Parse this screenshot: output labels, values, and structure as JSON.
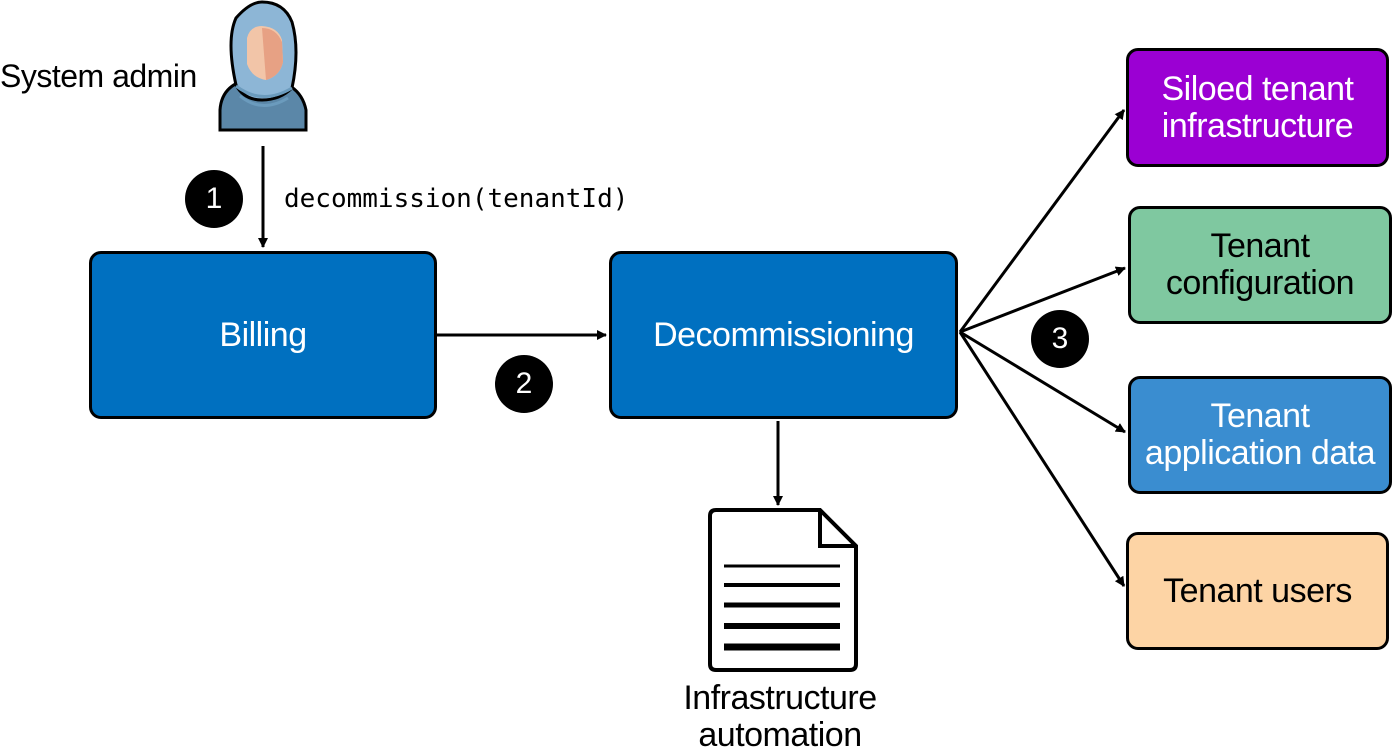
{
  "actor": {
    "label": "System admin"
  },
  "call": {
    "label": "decommission(tenantId)"
  },
  "steps": {
    "one": "1",
    "two": "2",
    "three": "3"
  },
  "services": {
    "billing": "Billing",
    "decommissioning": "Decommissioning"
  },
  "targets": {
    "siloed": [
      "Siloed tenant",
      "infrastructure"
    ],
    "configuration": [
      "Tenant",
      "configuration"
    ],
    "application_data": [
      "Tenant",
      "application data"
    ],
    "users": [
      "Tenant users"
    ]
  },
  "automation": [
    "Infrastructure",
    "automation"
  ],
  "colors": {
    "service_blue": "#0070c0",
    "siloed": "#9b00d3",
    "configuration": "#7fc8a0",
    "application_data": "#3a8dd0",
    "users": "#fdd4a5"
  }
}
